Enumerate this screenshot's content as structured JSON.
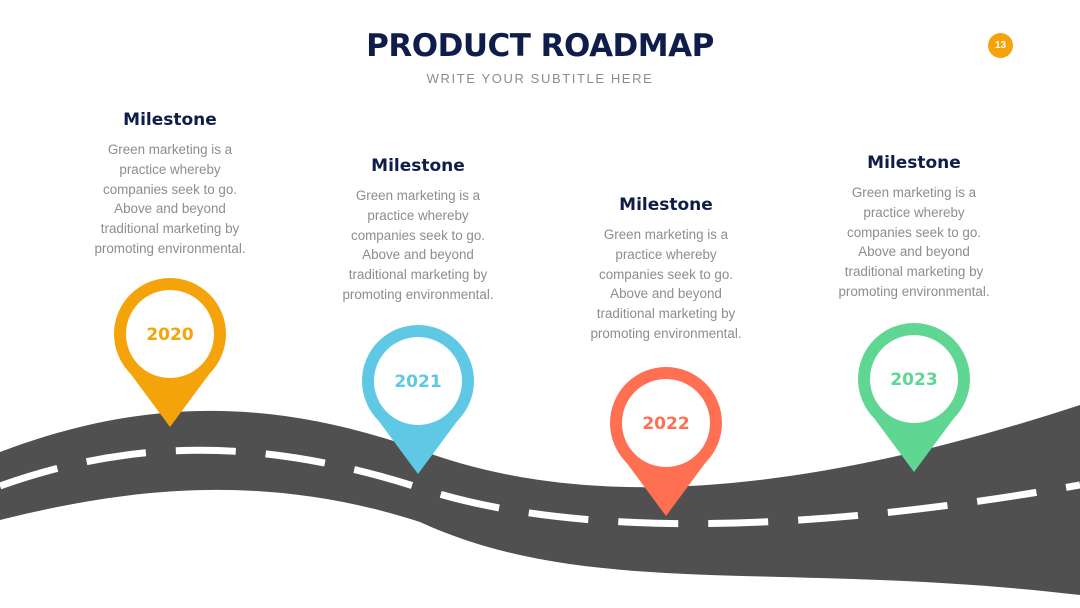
{
  "header": {
    "title": "PRODUCT ROADMAP",
    "subtitle": "WRITE YOUR SUBTITLE HERE",
    "page_number": "13"
  },
  "colors": {
    "navy": "#0f1d4a",
    "road": "#505050",
    "road_marking": "#ffffff",
    "badge": "#f5a30a"
  },
  "milestones": [
    {
      "title": "Milestone",
      "body": "Green marketing is a practice whereby companies seek to go. Above and beyond traditional marketing by promoting environmental.",
      "year": "2020",
      "color": "#f5a30a"
    },
    {
      "title": "Milestone",
      "body": "Green marketing is a practice whereby companies seek to go. Above and beyond traditional marketing by promoting environmental.",
      "year": "2021",
      "color": "#5ec8e5"
    },
    {
      "title": "Milestone",
      "body": "Green marketing is a practice whereby companies seek to go. Above and beyond traditional marketing by promoting environmental.",
      "year": "2022",
      "color": "#ff7052"
    },
    {
      "title": "Milestone",
      "body": "Green marketing is a practice whereby companies seek to go. Above and beyond traditional marketing by promoting environmental.",
      "year": "2023",
      "color": "#5fd692"
    }
  ]
}
